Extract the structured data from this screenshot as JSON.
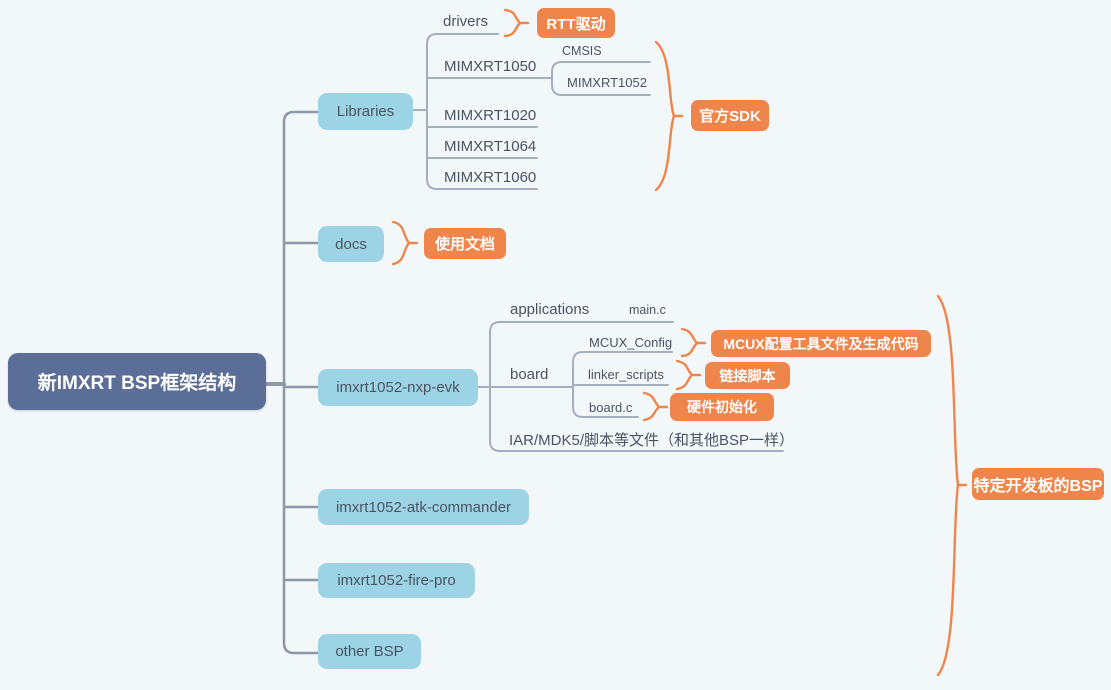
{
  "root": {
    "label": "新IMXRT BSP框架结构"
  },
  "topics": {
    "libraries": "Libraries",
    "docs": "docs",
    "nxp_evk": "imxrt1052-nxp-evk",
    "atk": "imxrt1052-atk-commander",
    "fire": "imxrt1052-fire-pro",
    "other": "other BSP"
  },
  "library_children": {
    "drivers": "drivers",
    "mimxrt1050": "MIMXRT1050",
    "cmsis": "CMSIS",
    "mimxrt1052": "MIMXRT1052",
    "mimxrt1020": "MIMXRT1020",
    "mimxrt1064": "MIMXRT1064",
    "mimxrt1060": "MIMXRT1060"
  },
  "evk_children": {
    "applications": "applications",
    "main_c": "main.c",
    "board": "board",
    "mcux_config": "MCUX_Config",
    "linker_scripts": "linker_scripts",
    "board_c": "board.c",
    "iar": "IAR/MDK5/脚本等文件（和其他BSP一样）"
  },
  "callouts": {
    "rtt_driver": "RTT驱动",
    "official_sdk": "官方SDK",
    "usage_doc": "使用文档",
    "mcux_tool": "MCUX配置工具文件及生成代码",
    "linker_script": "链接脚本",
    "hw_init": "硬件初始化",
    "board_bsp": "特定开发板的BSP"
  },
  "colors": {
    "background": "#F2F7FA",
    "root_fill": "#5B6E97",
    "topic_fill": "#9CD4E5",
    "accent_orange": "#F0854C",
    "line_main": "#8D97A5",
    "line_sub": "#A6B0BD",
    "text_dark": "#4A5460",
    "text_light": "#FFFFFF"
  }
}
